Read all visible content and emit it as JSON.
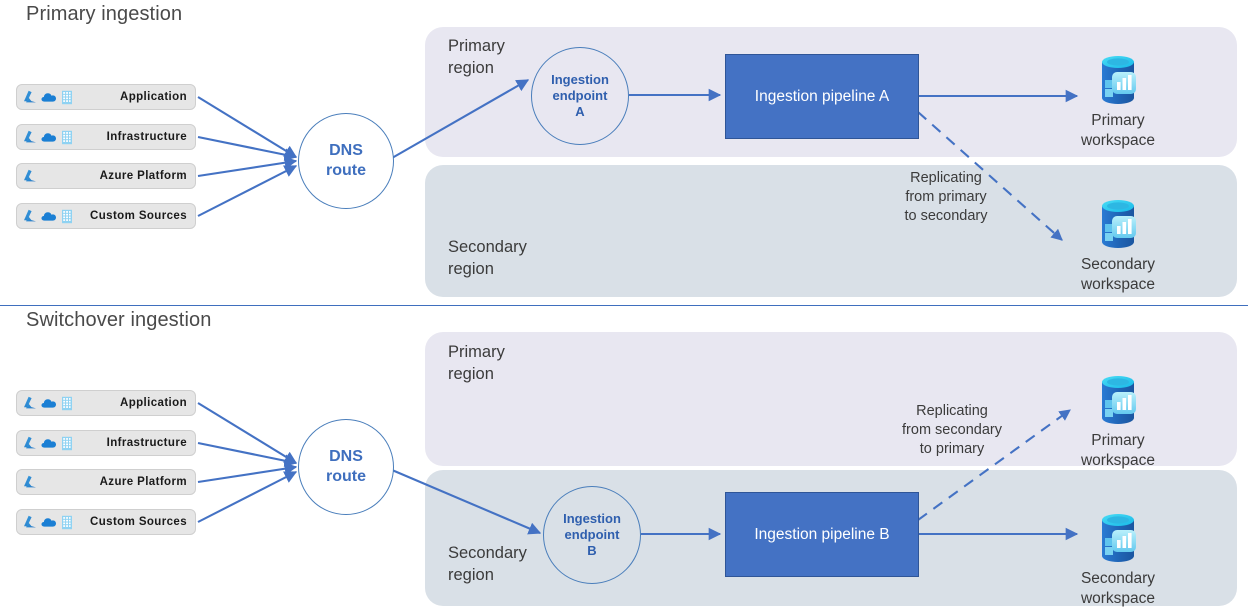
{
  "sections": {
    "primary": {
      "title": "Primary ingestion"
    },
    "switchover": {
      "title": "Switchover ingestion"
    }
  },
  "sources": [
    {
      "label": "Application",
      "icons": [
        "azure-logo-icon",
        "cloud-icon",
        "building-icon"
      ]
    },
    {
      "label": "Infrastructure",
      "icons": [
        "azure-logo-icon",
        "cloud-icon",
        "building-icon"
      ]
    },
    {
      "label": "Azure Platform",
      "icons": [
        "azure-logo-icon"
      ]
    },
    {
      "label": "Custom Sources",
      "icons": [
        "azure-logo-icon",
        "cloud-icon",
        "building-icon"
      ]
    }
  ],
  "dns": {
    "line1": "DNS",
    "line2": "route"
  },
  "regions": {
    "primary_label": "Primary\nregion",
    "secondary_label": "Secondary\nregion"
  },
  "top": {
    "endpoint_label": "Ingestion\nendpoint\nA",
    "pipeline_label": "Ingestion pipeline A",
    "replication_note": "Replicating\nfrom primary\nto secondary",
    "primary_workspace": "Primary\nworkspace",
    "secondary_workspace": "Secondary\nworkspace"
  },
  "bottom": {
    "endpoint_label": "Ingestion\nendpoint\nB",
    "pipeline_label": "Ingestion pipeline B",
    "replication_note": "Replicating\nfrom secondary\nto primary",
    "primary_workspace": "Primary\nworkspace",
    "secondary_workspace": "Secondary\nworkspace"
  },
  "colors": {
    "accent_blue": "#4472c4",
    "line_blue": "#4a7ebb",
    "text_blue": "#2f5fae",
    "region_primary_bg": "#e8e7f1",
    "region_secondary_bg": "#d9e0e7",
    "pill_bg": "#e6e6e6",
    "divider": "#3f6fbe"
  }
}
